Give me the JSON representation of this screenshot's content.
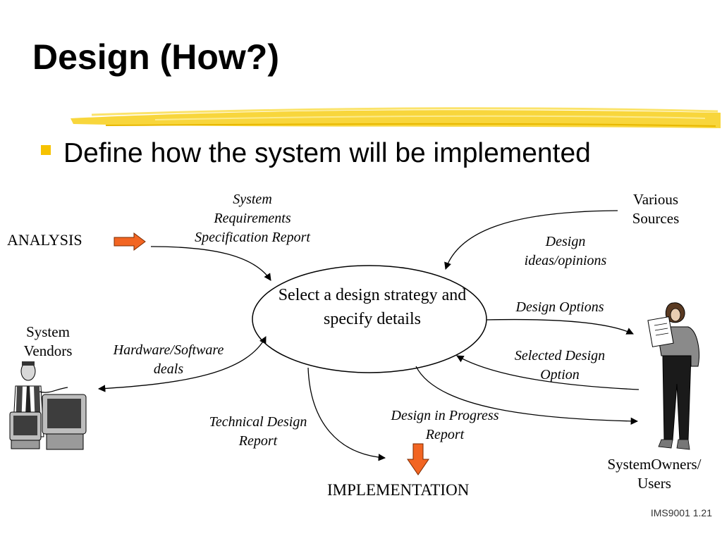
{
  "slide": {
    "title": "Design (How?)",
    "bullet": "Define how the system will be implemented",
    "footer": "IMS9001 1.21"
  },
  "diagram": {
    "center_process": "Select a design strategy and specify details",
    "nodes": {
      "analysis": "ANALYSIS",
      "various_sources": [
        "Various",
        "Sources"
      ],
      "system_vendors": [
        "System",
        "Vendors"
      ],
      "system_owners_users": [
        "SystemOwners/",
        "Users"
      ],
      "implementation": "IMPLEMENTATION"
    },
    "flows": {
      "srs_report": [
        "System",
        "Requirements",
        "Specification Report"
      ],
      "design_ideas": [
        "Design",
        "ideas/opinions"
      ],
      "design_options": "Design Options",
      "selected_design_option": [
        "Selected Design",
        "Option"
      ],
      "hw_sw_deals": [
        "Hardware/Software",
        "deals"
      ],
      "technical_design_report": [
        "Technical Design",
        "Report"
      ],
      "design_in_progress_report": [
        "Design in Progress",
        "Report"
      ]
    },
    "colors": {
      "arrow_fill": "#f26522",
      "accent_bullet": "#f6c200",
      "highlight_stroke": "#f5c400"
    }
  }
}
